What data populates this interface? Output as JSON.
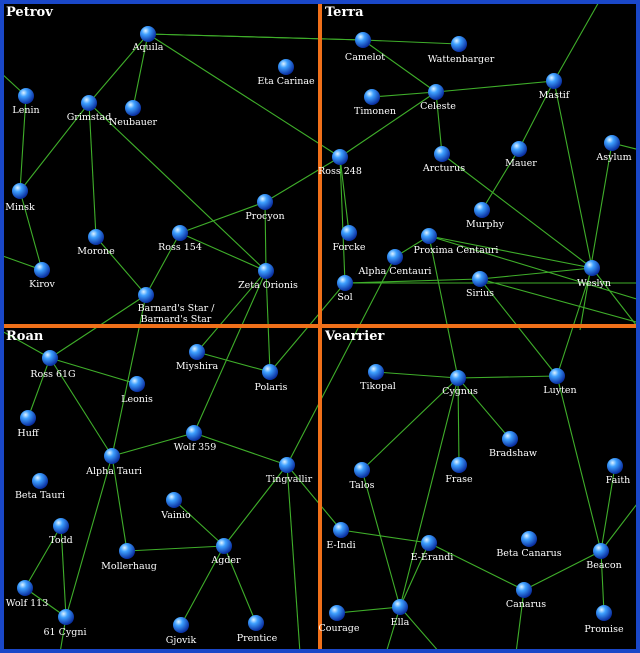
{
  "regions": [
    {
      "id": "petrov",
      "label": "Petrov"
    },
    {
      "id": "terra",
      "label": "Terra"
    },
    {
      "id": "roan",
      "label": "Roan"
    },
    {
      "id": "vearrier",
      "label": "Vearrier"
    }
  ],
  "stars": [
    {
      "id": "aquila",
      "label": "Aquila"
    },
    {
      "id": "lenin",
      "label": "Lenin"
    },
    {
      "id": "grimstad",
      "label": "Grimstad"
    },
    {
      "id": "neubauer",
      "label": "Neubauer"
    },
    {
      "id": "eta-carinae",
      "label": "Eta Carinae"
    },
    {
      "id": "minsk",
      "label": "Minsk"
    },
    {
      "id": "morone",
      "label": "Morone"
    },
    {
      "id": "ross154",
      "label": "Ross 154"
    },
    {
      "id": "procyon",
      "label": "Procyon"
    },
    {
      "id": "kirov",
      "label": "Kirov"
    },
    {
      "id": "zeta-orionis",
      "label": "Zeta Orionis"
    },
    {
      "id": "barnards",
      "label": "Barnard's Star /",
      "label2": "Barnard's Star"
    },
    {
      "id": "camelot",
      "label": "Camelot"
    },
    {
      "id": "wattenbarger",
      "label": "Wattenbarger"
    },
    {
      "id": "timonen",
      "label": "Timonen"
    },
    {
      "id": "celeste",
      "label": "Celeste"
    },
    {
      "id": "mastif",
      "label": "Mastif"
    },
    {
      "id": "ross248",
      "label": "Ross 248"
    },
    {
      "id": "arcturus",
      "label": "Arcturus"
    },
    {
      "id": "mauer",
      "label": "Mauer"
    },
    {
      "id": "asylum",
      "label": "Asylum"
    },
    {
      "id": "murphy",
      "label": "Murphy"
    },
    {
      "id": "forcke",
      "label": "Forcke"
    },
    {
      "id": "proxima",
      "label": "Proxima Centauri"
    },
    {
      "id": "alpha-centauri",
      "label": "Alpha Centauri"
    },
    {
      "id": "sol",
      "label": "Sol"
    },
    {
      "id": "sirius",
      "label": "Sirius"
    },
    {
      "id": "weslyn",
      "label": "Weslyn"
    },
    {
      "id": "ross61g",
      "label": "Ross 61G"
    },
    {
      "id": "leonis",
      "label": "Leonis"
    },
    {
      "id": "miyshira",
      "label": "Miyshira"
    },
    {
      "id": "polaris",
      "label": "Polaris"
    },
    {
      "id": "huff",
      "label": "Huff"
    },
    {
      "id": "alpha-tauri",
      "label": "Alpha Tauri"
    },
    {
      "id": "wolf359",
      "label": "Wolf 359"
    },
    {
      "id": "beta-tauri",
      "label": "Beta Tauri"
    },
    {
      "id": "tingvallir",
      "label": "Tingvallir"
    },
    {
      "id": "vainio",
      "label": "Vainio"
    },
    {
      "id": "todd",
      "label": "Todd"
    },
    {
      "id": "mollerhaug",
      "label": "Mollerhaug"
    },
    {
      "id": "agder",
      "label": "Agder"
    },
    {
      "id": "wolf113",
      "label": "Wolf 113"
    },
    {
      "id": "61cygni",
      "label": "61 Cygni"
    },
    {
      "id": "gjovik",
      "label": "Gjovik"
    },
    {
      "id": "prentice",
      "label": "Prentice"
    },
    {
      "id": "tikopal",
      "label": "Tikopal"
    },
    {
      "id": "cygnus",
      "label": "Cygnus"
    },
    {
      "id": "luyten",
      "label": "Luyten"
    },
    {
      "id": "bradshaw",
      "label": "Bradshaw"
    },
    {
      "id": "talos",
      "label": "Talos"
    },
    {
      "id": "frase",
      "label": "Frase"
    },
    {
      "id": "faith",
      "label": "Faith"
    },
    {
      "id": "e-indi",
      "label": "E-Indi"
    },
    {
      "id": "e-erandi",
      "label": "E-Erandi"
    },
    {
      "id": "beta-canarus",
      "label": "Beta Canarus"
    },
    {
      "id": "beacon",
      "label": "Beacon"
    },
    {
      "id": "canarus",
      "label": "Canarus"
    },
    {
      "id": "courage",
      "label": "Courage"
    },
    {
      "id": "ella",
      "label": "Ella"
    },
    {
      "id": "promise",
      "label": "Promise"
    }
  ],
  "lanes": [
    [
      "aquila",
      "camelot"
    ],
    [
      "aquila",
      "grimstad"
    ],
    [
      "aquila",
      "neubauer"
    ],
    [
      "aquila",
      "ross248"
    ],
    [
      "lenin",
      "minsk"
    ],
    [
      "grimstad",
      "minsk"
    ],
    [
      "grimstad",
      "morone"
    ],
    [
      "grimstad",
      "zeta-orionis"
    ],
    [
      "minsk",
      "kirov"
    ],
    [
      "morone",
      "barnards"
    ],
    [
      "ross154",
      "barnards"
    ],
    [
      "ross154",
      "procyon"
    ],
    [
      "ross154",
      "zeta-orionis"
    ],
    [
      "procyon",
      "ross248"
    ],
    [
      "procyon",
      "zeta-orionis"
    ],
    [
      "zeta-orionis",
      "miyshira"
    ],
    [
      "zeta-orionis",
      "polaris"
    ],
    [
      "zeta-orionis",
      "wolf359"
    ],
    [
      "barnards",
      "ross61g"
    ],
    [
      "barnards",
      "alpha-tauri"
    ],
    [
      "camelot",
      "wattenbarger"
    ],
    [
      "camelot",
      "celeste"
    ],
    [
      "celeste",
      "timonen"
    ],
    [
      "celeste",
      "mastif"
    ],
    [
      "celeste",
      "ross248"
    ],
    [
      "celeste",
      "arcturus"
    ],
    [
      "mastif",
      "mauer"
    ],
    [
      "mastif",
      "weslyn"
    ],
    [
      "mauer",
      "murphy"
    ],
    [
      "arcturus",
      "weslyn"
    ],
    [
      "ross248",
      "forcke"
    ],
    [
      "proxima",
      "alpha-centauri"
    ],
    [
      "proxima",
      "cygnus"
    ],
    [
      "proxima",
      "weslyn"
    ],
    [
      "sol",
      "sirius"
    ],
    [
      "sol",
      "polaris"
    ],
    [
      "sirius",
      "luyten"
    ],
    [
      "sirius",
      "weslyn"
    ],
    [
      "weslyn",
      "luyten"
    ],
    [
      "ross61g",
      "leonis"
    ],
    [
      "ross61g",
      "huff"
    ],
    [
      "ross61g",
      "alpha-tauri"
    ],
    [
      "alpha-tauri",
      "wolf359"
    ],
    [
      "alpha-tauri",
      "mollerhaug"
    ],
    [
      "alpha-tauri",
      "61cygni"
    ],
    [
      "miyshira",
      "polaris"
    ],
    [
      "wolf359",
      "tingvallir"
    ],
    [
      "tingvallir",
      "agder"
    ],
    [
      "tingvallir",
      "e-indi"
    ],
    [
      "vainio",
      "agder"
    ],
    [
      "mollerhaug",
      "agder"
    ],
    [
      "agder",
      "gjovik"
    ],
    [
      "agder",
      "prentice"
    ],
    [
      "todd",
      "wolf113"
    ],
    [
      "todd",
      "61cygni"
    ],
    [
      "wolf113",
      "61cygni"
    ],
    [
      "tikopal",
      "cygnus"
    ],
    [
      "talos",
      "cygnus"
    ],
    [
      "cygnus",
      "luyten"
    ],
    [
      "cygnus",
      "frase"
    ],
    [
      "cygnus",
      "bradshaw"
    ],
    [
      "cygnus",
      "ella"
    ],
    [
      "luyten",
      "beacon"
    ],
    [
      "e-indi",
      "e-erandi"
    ],
    [
      "e-erandi",
      "canarus"
    ],
    [
      "e-erandi",
      "ella"
    ],
    [
      "canarus",
      "beacon"
    ],
    [
      "beacon",
      "faith"
    ],
    [
      "beacon",
      "promise"
    ],
    [
      "courage",
      "ella"
    ],
    [
      "talos",
      "ella"
    ],
    [
      "alpha-centauri",
      "tingvallir"
    ],
    [
      "sol",
      "ross248"
    ]
  ]
}
